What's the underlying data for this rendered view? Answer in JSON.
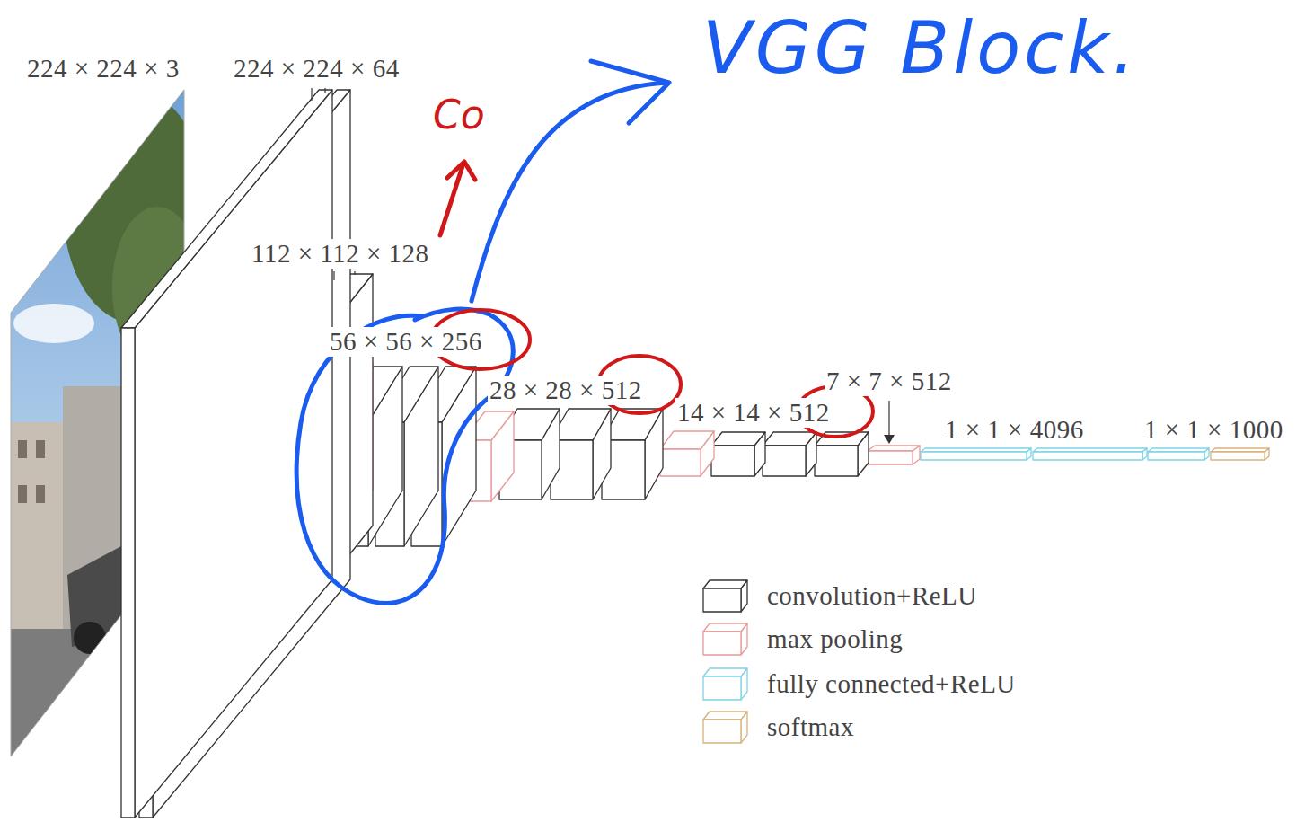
{
  "diagram": {
    "labels": [
      "224 × 224 × 3",
      "224 × 224 × 64",
      "112 × 112 × 128",
      "56 × 56 × 256",
      "28 × 28 × 512",
      "14 × 14 × 512",
      "7 × 7 × 512",
      "1 × 1 × 4096",
      "1 × 1 × 1000",
      "Co",
      "VGG Block."
    ],
    "legend": [
      {
        "text": "convolution+ReLU",
        "color": "#333333"
      },
      {
        "text": "max pooling",
        "color": "#e89a9a"
      },
      {
        "text": "fully connected+ReLU",
        "color": "#7fd3e6"
      },
      {
        "text": "softmax",
        "color": "#d8b27c"
      }
    ]
  }
}
